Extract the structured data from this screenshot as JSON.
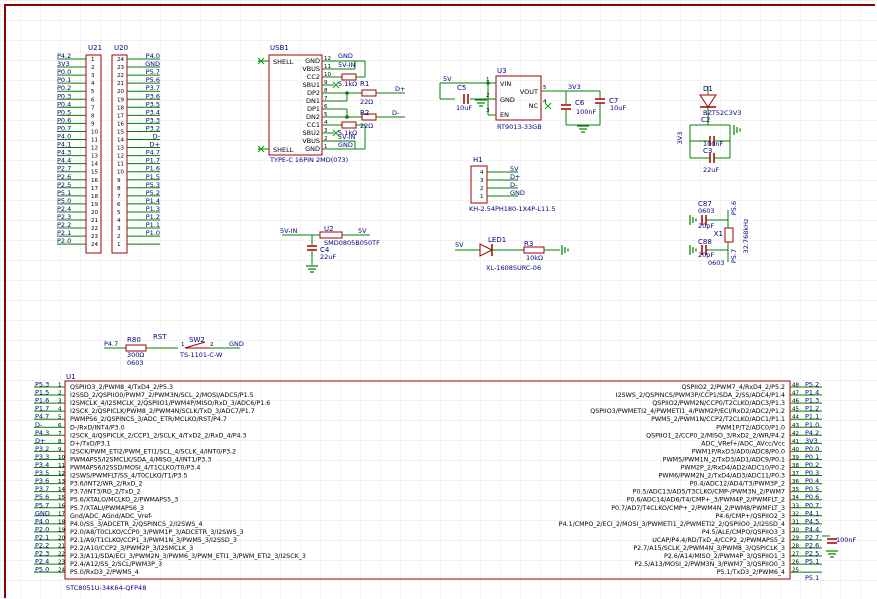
{
  "header": {
    "U21": "U21",
    "U20": "U20"
  },
  "u21": {
    "nets": [
      "P4.2",
      "3V3",
      "P0.0",
      "P0.1",
      "P0.2",
      "P0.3",
      "P0.4",
      "P0.5",
      "P0.6",
      "P0.7",
      "P4.0",
      "P4.1",
      "P4.3",
      "P4.4",
      "P2.7",
      "P2.6",
      "P2.5",
      "P5.1",
      "P5.0",
      "P2.4",
      "P2.3",
      "P2.2",
      "P2.1",
      "P2.0"
    ],
    "pins": [
      "1",
      "2",
      "3",
      "4",
      "5",
      "6",
      "7",
      "8",
      "9",
      "10",
      "11",
      "12",
      "13",
      "14",
      "15",
      "16",
      "17",
      "18",
      "19",
      "20",
      "21",
      "22",
      "23",
      "24"
    ]
  },
  "u20": {
    "pins": [
      "24",
      "23",
      "22",
      "21",
      "20",
      "19",
      "18",
      "17",
      "16",
      "15",
      "14",
      "13",
      "12",
      "11",
      "10",
      "9",
      "8",
      "7",
      "6",
      "5",
      "4",
      "3",
      "2",
      "1"
    ],
    "nets": [
      "P4.0",
      "GND",
      "P5.7",
      "P5.6",
      "P3.7",
      "P3.6",
      "P3.5",
      "P3.4",
      "P3.3",
      "P3.2",
      "D-",
      "D+",
      "P4.7",
      "P1.7",
      "P1.6",
      "P1.5",
      "P5.3",
      "P5.2",
      "P1.4",
      "P1.3",
      "P1.2",
      "P1.1",
      "P1.0"
    ]
  },
  "usb": {
    "ref": "USB1",
    "value": "TYPE-C 16PIN 2MD(073)",
    "left_pins": [
      "SHELL",
      "SHELL"
    ],
    "pins": [
      "GND",
      "VBUS",
      "CC2",
      "SBU1",
      "DP2",
      "DN1",
      "DP1",
      "DN2",
      "CC1",
      "SBU2",
      "VBUS",
      "GND"
    ],
    "pin_numbers": [
      "12",
      "11",
      "10",
      "9",
      "8",
      "7",
      "6",
      "5",
      "4",
      "3",
      "2",
      "1"
    ],
    "nets": {
      "gnd": "GND",
      "vin": "5V-IN",
      "dplus": "D+",
      "dminus": "D-"
    },
    "r1": {
      "ref": "R1",
      "value": "5.1kΩ"
    },
    "r_dp": {
      "value": "22Ω"
    },
    "r2": {
      "ref": "R2",
      "value": "5.1kΩ"
    },
    "r_dm": {
      "value": "22Ω"
    }
  },
  "ldo": {
    "ref": "U3",
    "value": "RT9013-33GB",
    "pins": [
      "VIN",
      "GND",
      "EN",
      "VOUT",
      "NC"
    ],
    "pin_numbers": [
      "1",
      "2",
      "3",
      "5",
      "4"
    ],
    "net_in": "5V",
    "net_out": "3V3",
    "c5": {
      "ref": "C5",
      "value": "10uF"
    },
    "c6": {
      "ref": "C6",
      "value": "100nF"
    },
    "c7": {
      "ref": "C7",
      "value": "10uF"
    }
  },
  "zener": {
    "ref": "D1",
    "value": "BZT52C3V3",
    "net": "3V3",
    "c2": {
      "ref": "C2",
      "value": "100nF"
    },
    "c3": {
      "ref": "C3",
      "value": "22uF"
    }
  },
  "h1": {
    "ref": "H1",
    "value": "KH-2.54PH180-1X4P-L11.5",
    "pins": [
      "4",
      "3",
      "2",
      "1"
    ],
    "nets": [
      "5V",
      "D+",
      "D-",
      "GND"
    ]
  },
  "crystal": {
    "c87": {
      "ref": "C87",
      "value": "20pF",
      "pkg": "0603"
    },
    "c88": {
      "ref": "C88",
      "value": "20pF",
      "pkg": "0603"
    },
    "x1": {
      "ref": "X1",
      "value": "32.768kHz"
    },
    "net_top": "P5.6",
    "net_bot": "P5.7"
  },
  "u2": {
    "ref": "U2",
    "value": "SMD0805B050TF",
    "net_in": "5V-IN",
    "net_out": "5V",
    "c4": {
      "ref": "C4",
      "value": "22uF"
    }
  },
  "led": {
    "ref": "LED1",
    "value": "XL-1608SURC-06",
    "r3": {
      "ref": "R3",
      "value": "10kΩ"
    },
    "net": "5V"
  },
  "reset": {
    "label": "RST",
    "net_in": "P4.7",
    "r80": {
      "ref": "R80",
      "value": "300Ω",
      "pkg": "0603"
    },
    "sw2": {
      "ref": "SW2",
      "value": "TS-1101-C-W",
      "pin1": "1",
      "pin2": "2"
    },
    "net_out": "GND"
  },
  "mcu": {
    "ref": "U1",
    "value": "STC8051U-34K64-QFP48",
    "left": [
      {
        "net": "P5.3",
        "num": "1",
        "fn": "QSPIIO3_2/PWM8_4/TxD4_2/P5.3"
      },
      {
        "net": "P1.5",
        "num": "2",
        "fn": "I2SSD_2/QSPIIO0/PWM7_2/PWM3N/SCL_2/MOSI/ADC5/P1.5"
      },
      {
        "net": "P1.6",
        "num": "3",
        "fn": "I2SMCLK_4/I2SMCLK_2/QSPIIO1/PWM4P/MISO/RxD_3/ADC6/P1.6"
      },
      {
        "net": "P1.7",
        "num": "4",
        "fn": "I2SCK_2/QSPICLK/PWM8_2/PWM4N/SCLK/TxD_3/ADC7/P1.7"
      },
      {
        "net": "P4.7",
        "num": "5",
        "fn": "PWMPS6_2/QSPINCS_3/ADC_ETR/MCLKO/RST/P4.7"
      },
      {
        "net": "D-",
        "num": "6",
        "fn": "D-/RxD/INT4/P3.0"
      },
      {
        "net": "P4.3",
        "num": "7",
        "fn": "I2SCK_4/QSPICLK_2/CCP1_2/SCLK_4/TxD2_2/RxD_4/P4.3"
      },
      {
        "net": "D+",
        "num": "8",
        "fn": "D+/TxD/P3.1"
      },
      {
        "net": "P3.2",
        "num": "9",
        "fn": "I2SCK/PWM_ETI2/PWM_ETI1/SCL_4/SCLK_4/INT0/P3.2"
      },
      {
        "net": "P3.3",
        "num": "10",
        "fn": "PWMAPS5/I2SMCLK/SDA_4/MISO_4/INT1/P3.3"
      },
      {
        "net": "P3.4",
        "num": "11",
        "fn": "PWMAPS6/I2SSD/MOSI_4/T1CLKO/T0/P3.4"
      },
      {
        "net": "P3.5",
        "num": "12",
        "fn": "I2SWS/PWMFLT/SS_4/T0CLKO/T1/P3.5"
      },
      {
        "net": "P3.6",
        "num": "13",
        "fn": "P3.6/INT2/WR_2/RxD_2"
      },
      {
        "net": "P3.7",
        "num": "14",
        "fn": "P3.7/INT3/RD_2/TxD_2"
      },
      {
        "net": "P5.6",
        "num": "15",
        "fn": "P5.6/XTALO/MCLKO_2/PWMAPS5_3"
      },
      {
        "net": "P5.7",
        "num": "16",
        "fn": "P5.7/XTALI/PWMAPS6_3"
      },
      {
        "net": "GND",
        "num": "17",
        "fn": "Gnd/ADC_AGnd/ADC_Vref-"
      },
      {
        "net": "P4.0",
        "num": "18",
        "fn": "P4.0/SS_3/ADCETR_2/QSPINCS_2/I2SWS_4"
      },
      {
        "net": "P2.0",
        "num": "19",
        "fn": "P2.0/A8/T0CLKO/CCP0_3/PWM1P_3/ADCETR_3/I2SWS_3"
      },
      {
        "net": "P2.1",
        "num": "20",
        "fn": "P2.1/A9/T1CLKO/CCP1_3/PWM1N_3/PWM5_3/I2SSD_3"
      },
      {
        "net": "P2.2",
        "num": "21",
        "fn": "P2.2/A10/CCP2_3/PWM2P_3/I2SMCLK_3"
      },
      {
        "net": "P2.3",
        "num": "22",
        "fn": "P2.3/A11/SDA/ECI_3/PWM2N_3/PWM6_3/PWM_ETI1_3/PWM_ETI2_3/I2SCK_3"
      },
      {
        "net": "P2.4",
        "num": "23",
        "fn": "P2.4/A12/SS_2/SCL/PWM3P_3"
      },
      {
        "net": "P5.0",
        "num": "24",
        "fn": "P5.0/RxD3_2/PWM5_4"
      }
    ],
    "right": [
      {
        "net": "P5.2",
        "num": "48",
        "fn": "QSPIIO2_2/PWM7_4/RxD4_2/P5.2"
      },
      {
        "net": "P1.4",
        "num": "47",
        "fn": "I2SWS_2/QSPINCS/PWM3P/CCP1/SDA_2/SS/ADC4/P1.4"
      },
      {
        "net": "P1.3",
        "num": "46",
        "fn": "QSPIIO2/PWM2N/CCP0/T2CLKO/ADC3/P1.3"
      },
      {
        "net": "P1.2",
        "num": "45",
        "fn": "QSPIIO3/PWMETI2_4/PWMETI1_4/PWM2P/ECI/RxD2/ADC2/P1.2"
      },
      {
        "net": "P1.1",
        "num": "44",
        "fn": "PWM5_2/PWM1N/CCP2/T2CLKO/ADC1/P1.1"
      },
      {
        "net": "P1.0",
        "num": "43",
        "fn": "PWM1P/T2/ADC0/P1.0"
      },
      {
        "net": "P4.2",
        "num": "42",
        "fn": "QSPIIO1_2/CCP0_2/MISO_3/RxD2_2/WR/P4.2"
      },
      {
        "net": "3V3",
        "num": "41",
        "fn": "ADC_VRef+/ADC_AVcc/Vcc"
      },
      {
        "net": "P0.0",
        "num": "40",
        "fn": "PWM1P/RxD3/AD0/ADC8/P0.0"
      },
      {
        "net": "P0.1",
        "num": "39",
        "fn": "PWM5/PWM1N_2/TxD3/AD1/ADC9/P0.1"
      },
      {
        "net": "P0.2",
        "num": "38",
        "fn": "PWM2P_2/RxD4/AD2/ADC10/P0.2"
      },
      {
        "net": "P0.3",
        "num": "37",
        "fn": "PWM6/PWM2N_2/TxD4/AD3/ADC11/P0.3"
      },
      {
        "net": "P0.4",
        "num": "36",
        "fn": "P0.4/ADC12/AD4/T3/PWM3P_2"
      },
      {
        "net": "P0.5",
        "num": "35",
        "fn": "P0.5/ADC13/AD5/T3CLKO/CMP-/PWM3N_2/PWM7"
      },
      {
        "net": "P0.6",
        "num": "34",
        "fn": "P0.6/ADC14/AD6/T4/CMP+_3/PWM4P_2/PWMFLT_2"
      },
      {
        "net": "P0.7",
        "num": "33",
        "fn": "P0.7/AD7/T4CLKO/CMP+_2/PWM4N_2/PWM8/PWMFLT_3"
      },
      {
        "net": "P4.1",
        "num": "32",
        "fn": "P4.6/CMP+/QSPIIO2_3"
      },
      {
        "net": "P4.5",
        "num": "31",
        "fn": "P4.1/CMPO_2/ECI_2/MOSI_3/PWMETI1_2/PWMETI2_2/QSPIIO0_2/I2SSD_4"
      },
      {
        "net": "P4.4",
        "num": "30",
        "fn": "P4.5/ALE/CMPO/QSPIIO3_3"
      },
      {
        "net": "P2.7",
        "num": "29",
        "fn": "UCAP/P4.4/RD/TxD_4/CCP2_2/PWMAPS5_2"
      },
      {
        "net": "P2.6",
        "num": "28",
        "fn": "P2.7/A15/SCLK_2/PWM4N_3/PWM8_3/QSPICLK_3"
      },
      {
        "net": "P2.5",
        "num": "27",
        "fn": "P2.6/A14/MISO_2/PWM4P_3/QSPIIO1_3"
      },
      {
        "net": "P5.1",
        "num": "26",
        "fn": "P2.5/A13/MOSI_2/PWM3N_3/PWM7_3/QSPIIO0_3"
      },
      {
        "net": "",
        "num": "25",
        "fn": "P5.1/TxD3_2/PWM6_4"
      }
    ],
    "right_extra_net": "P5.1",
    "ucap": {
      "value": "100nF"
    }
  }
}
